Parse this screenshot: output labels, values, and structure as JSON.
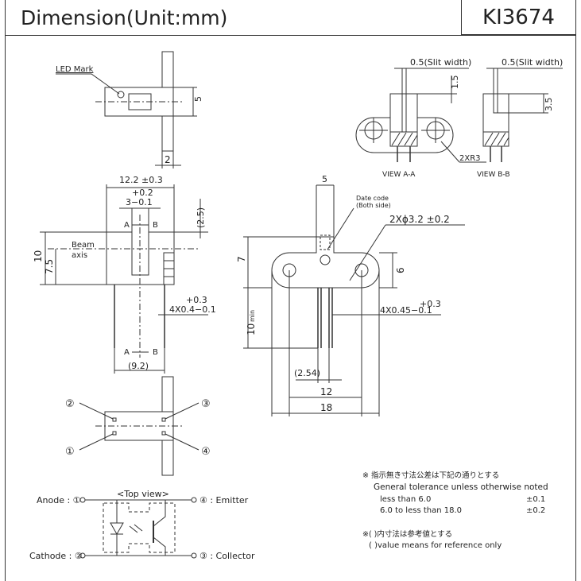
{
  "header": {
    "title": "Dimension(Unit:mm)",
    "part_number": "KI3674"
  },
  "labels": {
    "led_mark": "LED Mark",
    "dim_5_top": "5",
    "dim_2": "2",
    "slit_a": "0.5(Slit width)",
    "slit_b": "0.5(Slit width)",
    "dim_1_5": "1.5",
    "dim_3_5": "3.5",
    "radius": "2XR3",
    "view_aa": "VIEW A-A",
    "view_bb": "VIEW B-B",
    "width_12_2": "12.2 ±0.3",
    "tol_plus": "+0.2",
    "slot_3": "3−0.1",
    "a_top": "A",
    "b_top": "B",
    "a_bot": "A",
    "b_bot": "B",
    "dim_2_5": "(2.5)",
    "dim_10": "10",
    "dim_7_5": "7.5",
    "beam": "Beam",
    "axis": "axis",
    "pin_tol_plus": "+0.3",
    "pin_4x": "4X0.4−0.1",
    "pitch_9_2": "(9.2)",
    "side_5": "5",
    "date_code": "Date code",
    "both_side": "(Both side)",
    "hole": "2Xϕ3.2 ±0.2",
    "side_7": "7",
    "side_6": "6",
    "side_tol_plus": "+0.3",
    "side_4x": "4X0.45−0.1",
    "dim_10min": "10",
    "dim_min": "min",
    "dim_2_54": "(2.54)",
    "dim_12": "12",
    "dim_18": "18",
    "pin_2": "②",
    "pin_3": "③",
    "pin_1": "①",
    "pin_4": "④",
    "top_view": "<Top view>",
    "anode": "Anode : ①",
    "emitter": "④ : Emitter",
    "cathode": "Cathode : ②",
    "collector": "③ : Collector"
  },
  "notes": {
    "line1": "※ 指示無き寸法公差は下記の通りとする",
    "line2": "General tolerance unless otherwise noted",
    "row1_label": "less than 6.0",
    "row1_value": "±0.1",
    "row2_label": "6.0 to less than 18.0",
    "row2_value": "±0.2",
    "line5": "※(  )内寸法は参考値とする",
    "line6": "(   )value means for reference only"
  }
}
